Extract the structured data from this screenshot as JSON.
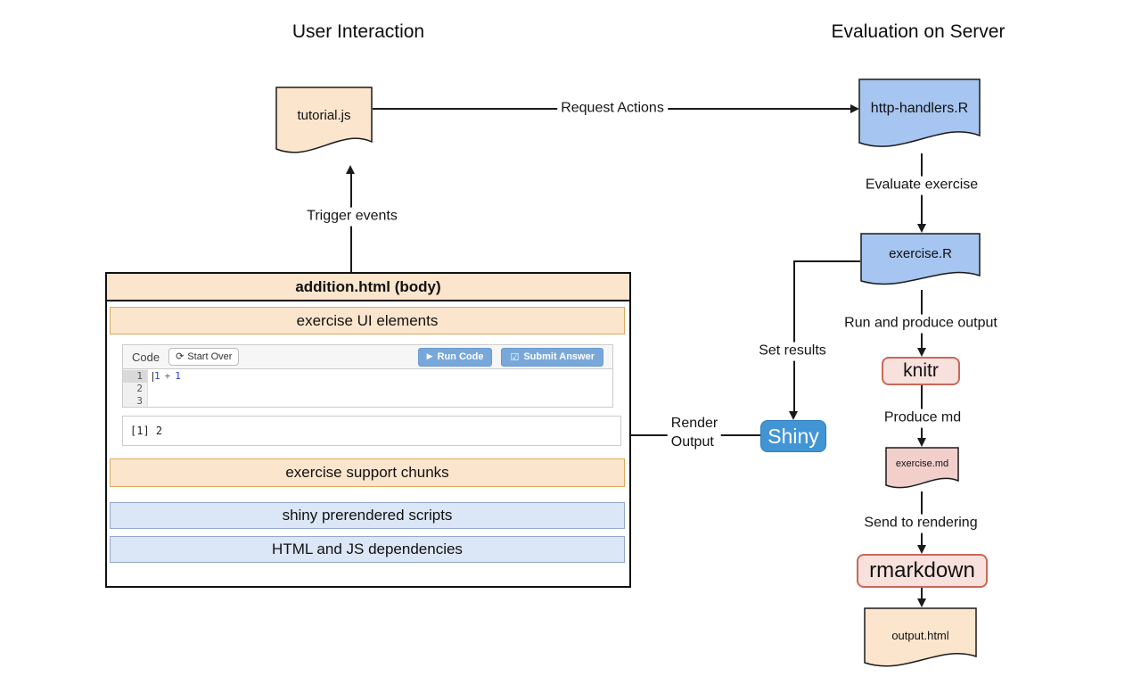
{
  "headers": {
    "left": "User Interaction",
    "right": "Evaluation on Server"
  },
  "documents": {
    "tutorial_js": {
      "label": "tutorial.js"
    },
    "http_handlers": {
      "label": "http-handlers.R"
    },
    "exercise_r": {
      "label": "exercise.R"
    },
    "exercise_md": {
      "label": "exercise.md"
    },
    "output_html": {
      "label": "output.html"
    }
  },
  "nodes": {
    "knitr": {
      "label": "knitr"
    },
    "rmarkdown": {
      "label": "rmarkdown"
    },
    "shiny": {
      "label": "Shiny"
    }
  },
  "edges": {
    "request_actions": {
      "label": "Request Actions"
    },
    "trigger_events": {
      "label": "Trigger events"
    },
    "evaluate_exercise": {
      "label": "Evaluate exercise"
    },
    "run_and_produce_output": {
      "label": "Run and produce output"
    },
    "produce_md": {
      "label": "Produce md"
    },
    "send_to_rendering": {
      "label": "Send to rendering"
    },
    "set_results": {
      "label": "Set results"
    },
    "render_output": {
      "line1": "Render",
      "line2": "Output"
    }
  },
  "browser_box": {
    "title": "addition.html (body)",
    "bands": [
      {
        "label": "exercise UI elements",
        "style": "orange"
      },
      {
        "label": "exercise support chunks",
        "style": "orange"
      },
      {
        "label": "shiny prerendered scripts",
        "style": "blue"
      },
      {
        "label": "HTML and JS dependencies",
        "style": "blue"
      }
    ]
  },
  "exercise_widget": {
    "code_label": "Code",
    "start_over_button": "Start Over",
    "run_code_button": "Run Code",
    "submit_answer_button": "Submit Answer",
    "line_numbers": [
      "1",
      "2",
      "3"
    ],
    "code_tokens": {
      "num1": "1",
      "operator": "+",
      "num2": "1"
    },
    "output_text": "[1] 2"
  },
  "colors": {
    "peach_fill": "#fce5cd",
    "orange_border": "#dcaa5e",
    "blue_doc_fill": "#a6c5f0",
    "blue_band_fill": "#dbe6f6",
    "blue_band_border": "#94a7cd",
    "pink_box_fill": "#f8e0dc",
    "pink_doc_fill": "#f2cfcb",
    "red_border": "#c9685a",
    "shiny_blue": "#4295d5",
    "button_blue": "#78a8da",
    "line_color": "#1a1a1a"
  }
}
